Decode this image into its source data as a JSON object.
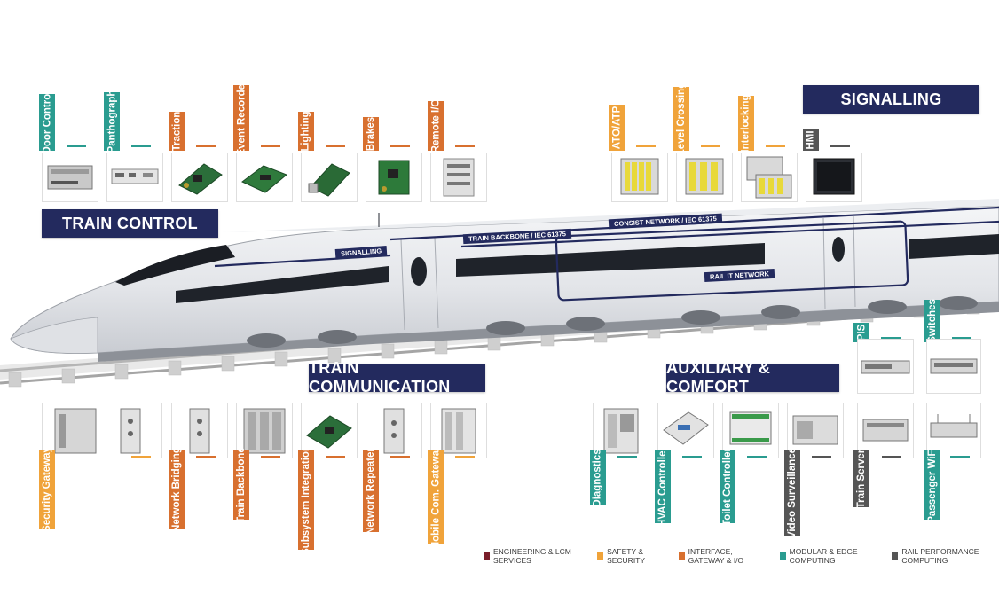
{
  "colors": {
    "navy": "#232a5e",
    "engineering": "#7a1e2a",
    "safety": "#f0a33a",
    "interface": "#d8702f",
    "modular": "#2a9c90",
    "performance": "#555555"
  },
  "sections": {
    "train_control": "TRAIN CONTROL",
    "signalling": "SIGNALLING",
    "train_communication": "TRAIN COMMUNICATION",
    "auxiliary": "AUXILIARY & COMFORT"
  },
  "networks": {
    "signalling": "SIGNALLING",
    "backbone": "TRAIN BACKBONE / IEC 61375",
    "consist": "CONSIST NETWORK / IEC 61375",
    "rail_it": "RAIL IT NETWORK"
  },
  "train_control_items": [
    {
      "label": "Door Control",
      "category": "modular"
    },
    {
      "label": "Panthograph",
      "category": "modular"
    },
    {
      "label": "Traction",
      "category": "interface"
    },
    {
      "label": "Event Recorder",
      "category": "interface"
    },
    {
      "label": "Lighting",
      "category": "interface"
    },
    {
      "label": "Brakes",
      "category": "interface"
    },
    {
      "label": "Remote I/O",
      "category": "interface"
    }
  ],
  "signalling_items": [
    {
      "label": "ATO/ATP",
      "category": "safety"
    },
    {
      "label": "Level Crossing",
      "category": "safety"
    },
    {
      "label": "Interlocking",
      "category": "safety"
    },
    {
      "label": "HMI",
      "category": "performance"
    }
  ],
  "communication_items": [
    {
      "label": "Security Gateway",
      "category": "safety"
    },
    {
      "label": "Network Bridging",
      "category": "interface"
    },
    {
      "label": "Train Backbone",
      "category": "interface"
    },
    {
      "label": "Subsystem Integration",
      "category": "interface"
    },
    {
      "label": "Network Repeater",
      "category": "interface"
    },
    {
      "label": "Mobile Com. Gateway",
      "category": "safety"
    }
  ],
  "auxiliary_bottom_items": [
    {
      "label": "Diagnostics",
      "category": "modular"
    },
    {
      "label": "HVAC Controller",
      "category": "modular"
    },
    {
      "label": "Toilet Controller",
      "category": "modular"
    },
    {
      "label": "Video Surveillance",
      "category": "performance"
    },
    {
      "label": "Train Server",
      "category": "performance"
    },
    {
      "label": "Passenger WiFi",
      "category": "modular"
    }
  ],
  "auxiliary_top_items": [
    {
      "label": "PIS",
      "category": "modular"
    },
    {
      "label": "Switches",
      "category": "modular"
    }
  ],
  "legend": [
    {
      "label": "ENGINEERING & LCM SERVICES",
      "color": "#7a1e2a"
    },
    {
      "label": "SAFETY & SECURITY",
      "color": "#f0a33a"
    },
    {
      "label": "INTERFACE, GATEWAY & I/O",
      "color": "#d8702f"
    },
    {
      "label": "MODULAR & EDGE COMPUTING",
      "color": "#2a9c90"
    },
    {
      "label": "RAIL PERFORMANCE COMPUTING",
      "color": "#555555"
    }
  ]
}
